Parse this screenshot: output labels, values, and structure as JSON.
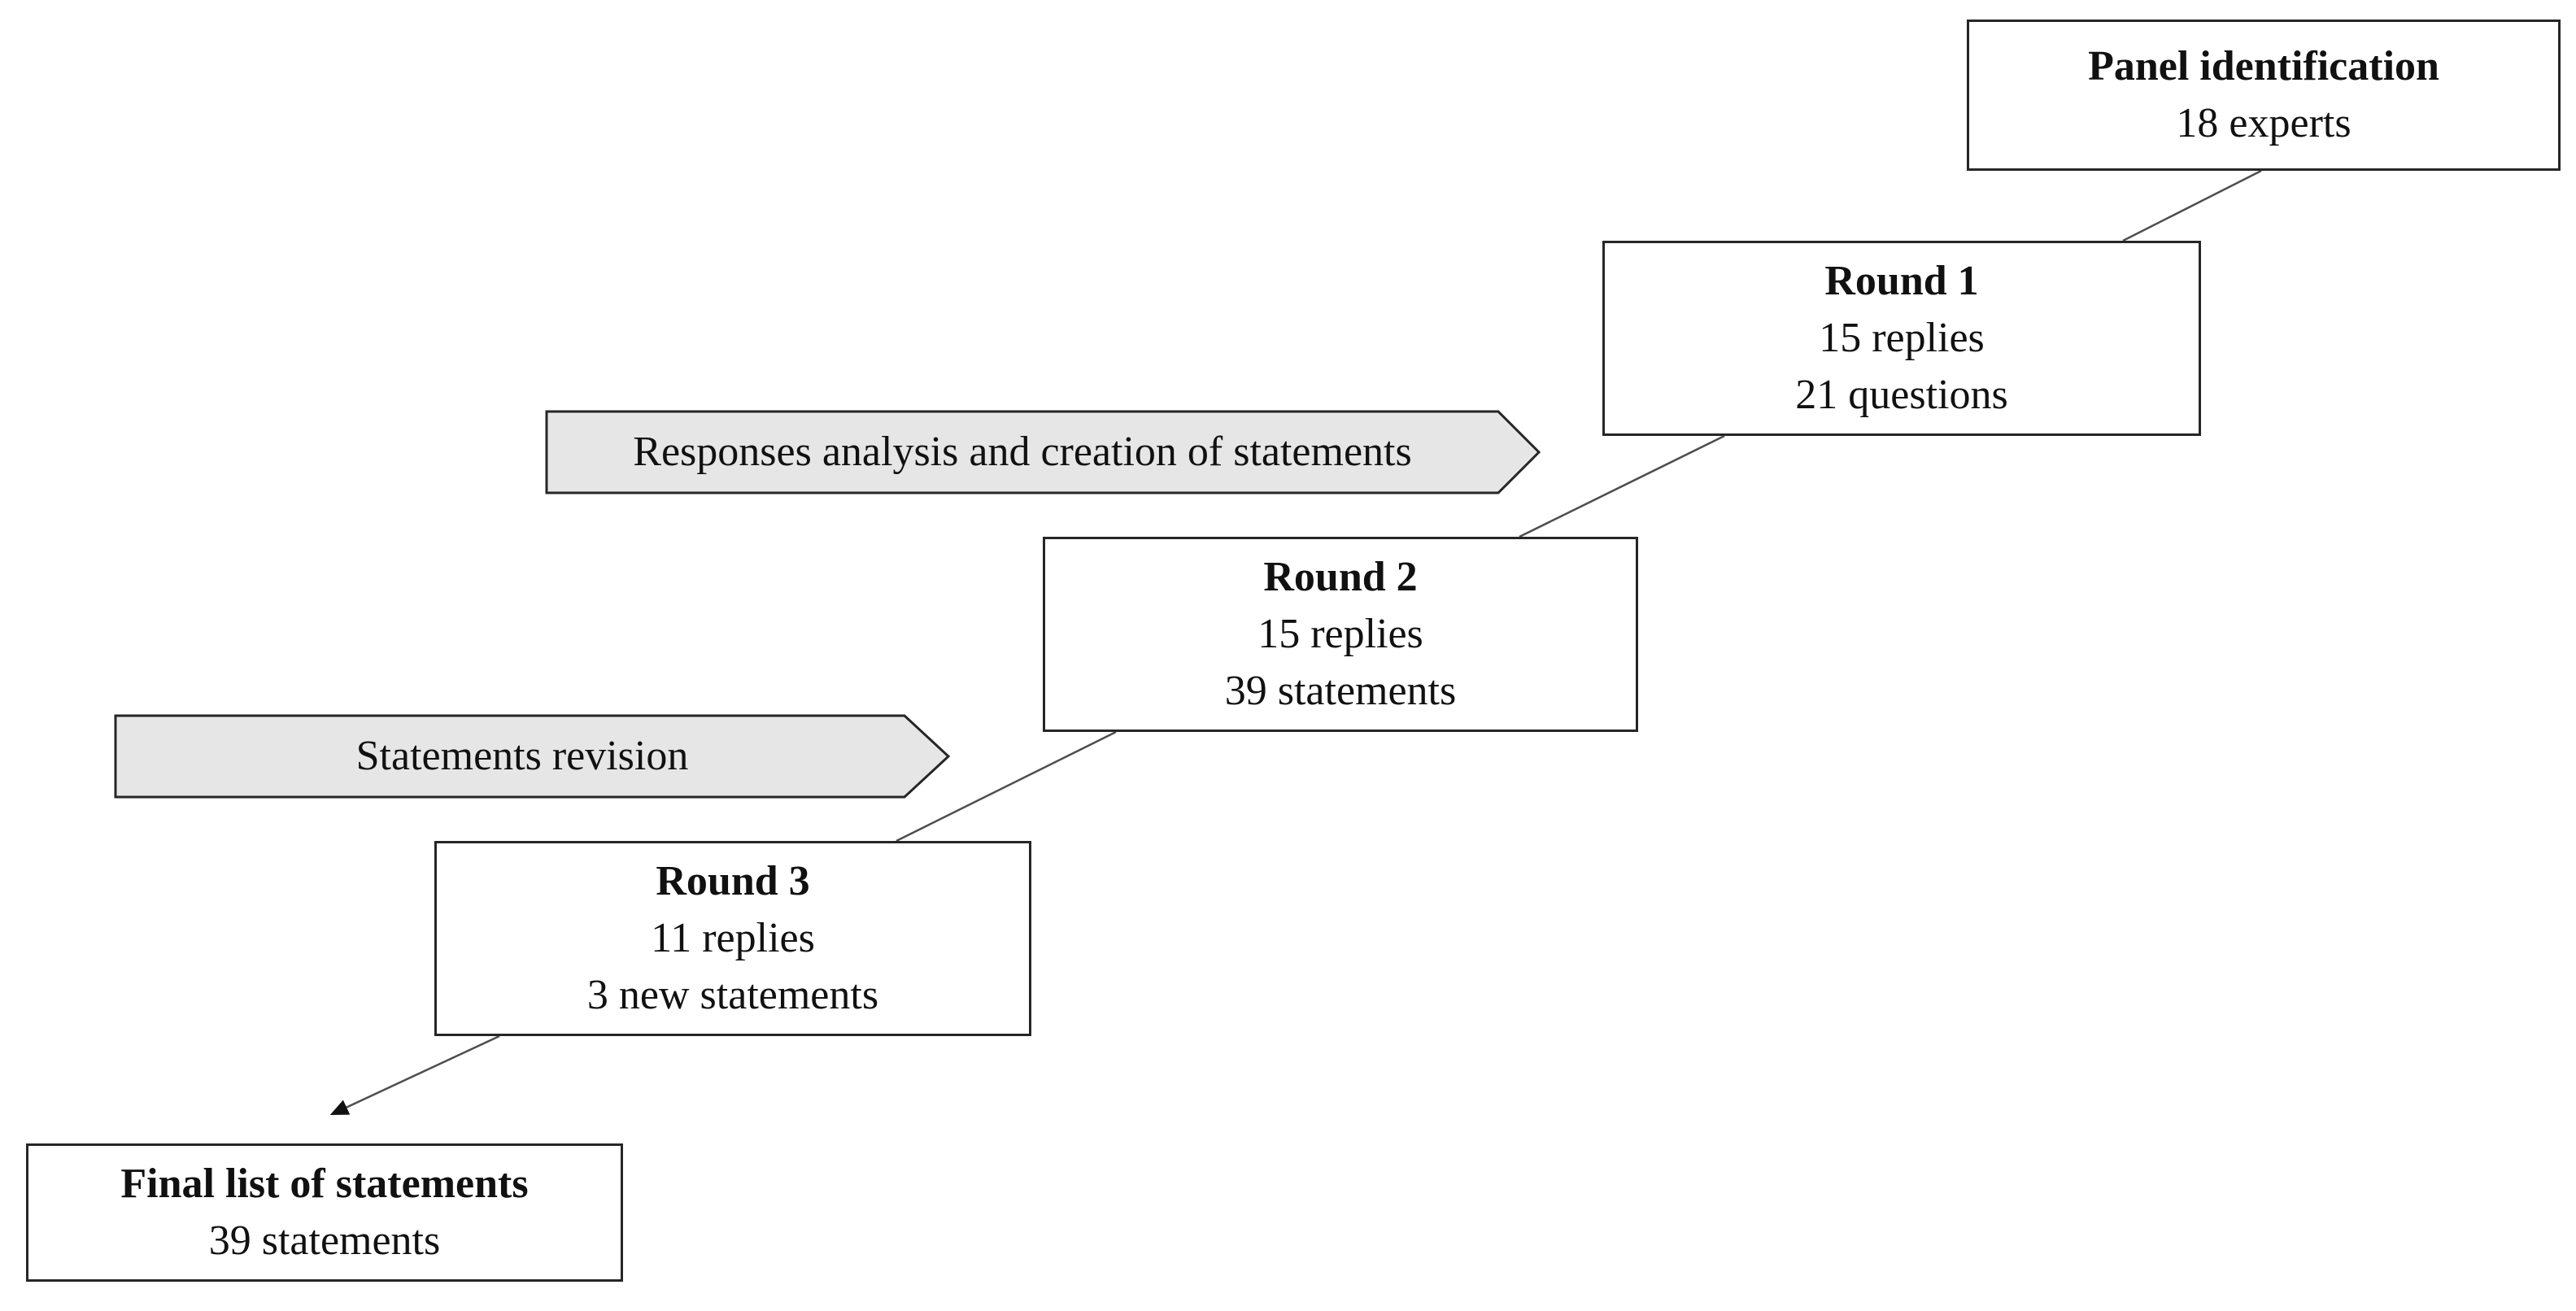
{
  "steps": {
    "panel": {
      "title": "Panel identification",
      "line1": "18 experts"
    },
    "round1": {
      "title": "Round 1",
      "line1": "15 replies",
      "line2": "21 questions"
    },
    "round2": {
      "title": "Round 2",
      "line1": "15 replies",
      "line2": "39 statements"
    },
    "round3": {
      "title": "Round 3",
      "line1": "11 replies",
      "line2": "3 new statements"
    },
    "final": {
      "title": "Final list of statements",
      "line1": "39 statements"
    }
  },
  "processes": {
    "analysis": "Responses analysis and creation of statements",
    "revision": "Statements revision"
  },
  "colors": {
    "border": "#262626",
    "process_fill": "#e6e6e6",
    "connector": "#4d4d4d"
  }
}
